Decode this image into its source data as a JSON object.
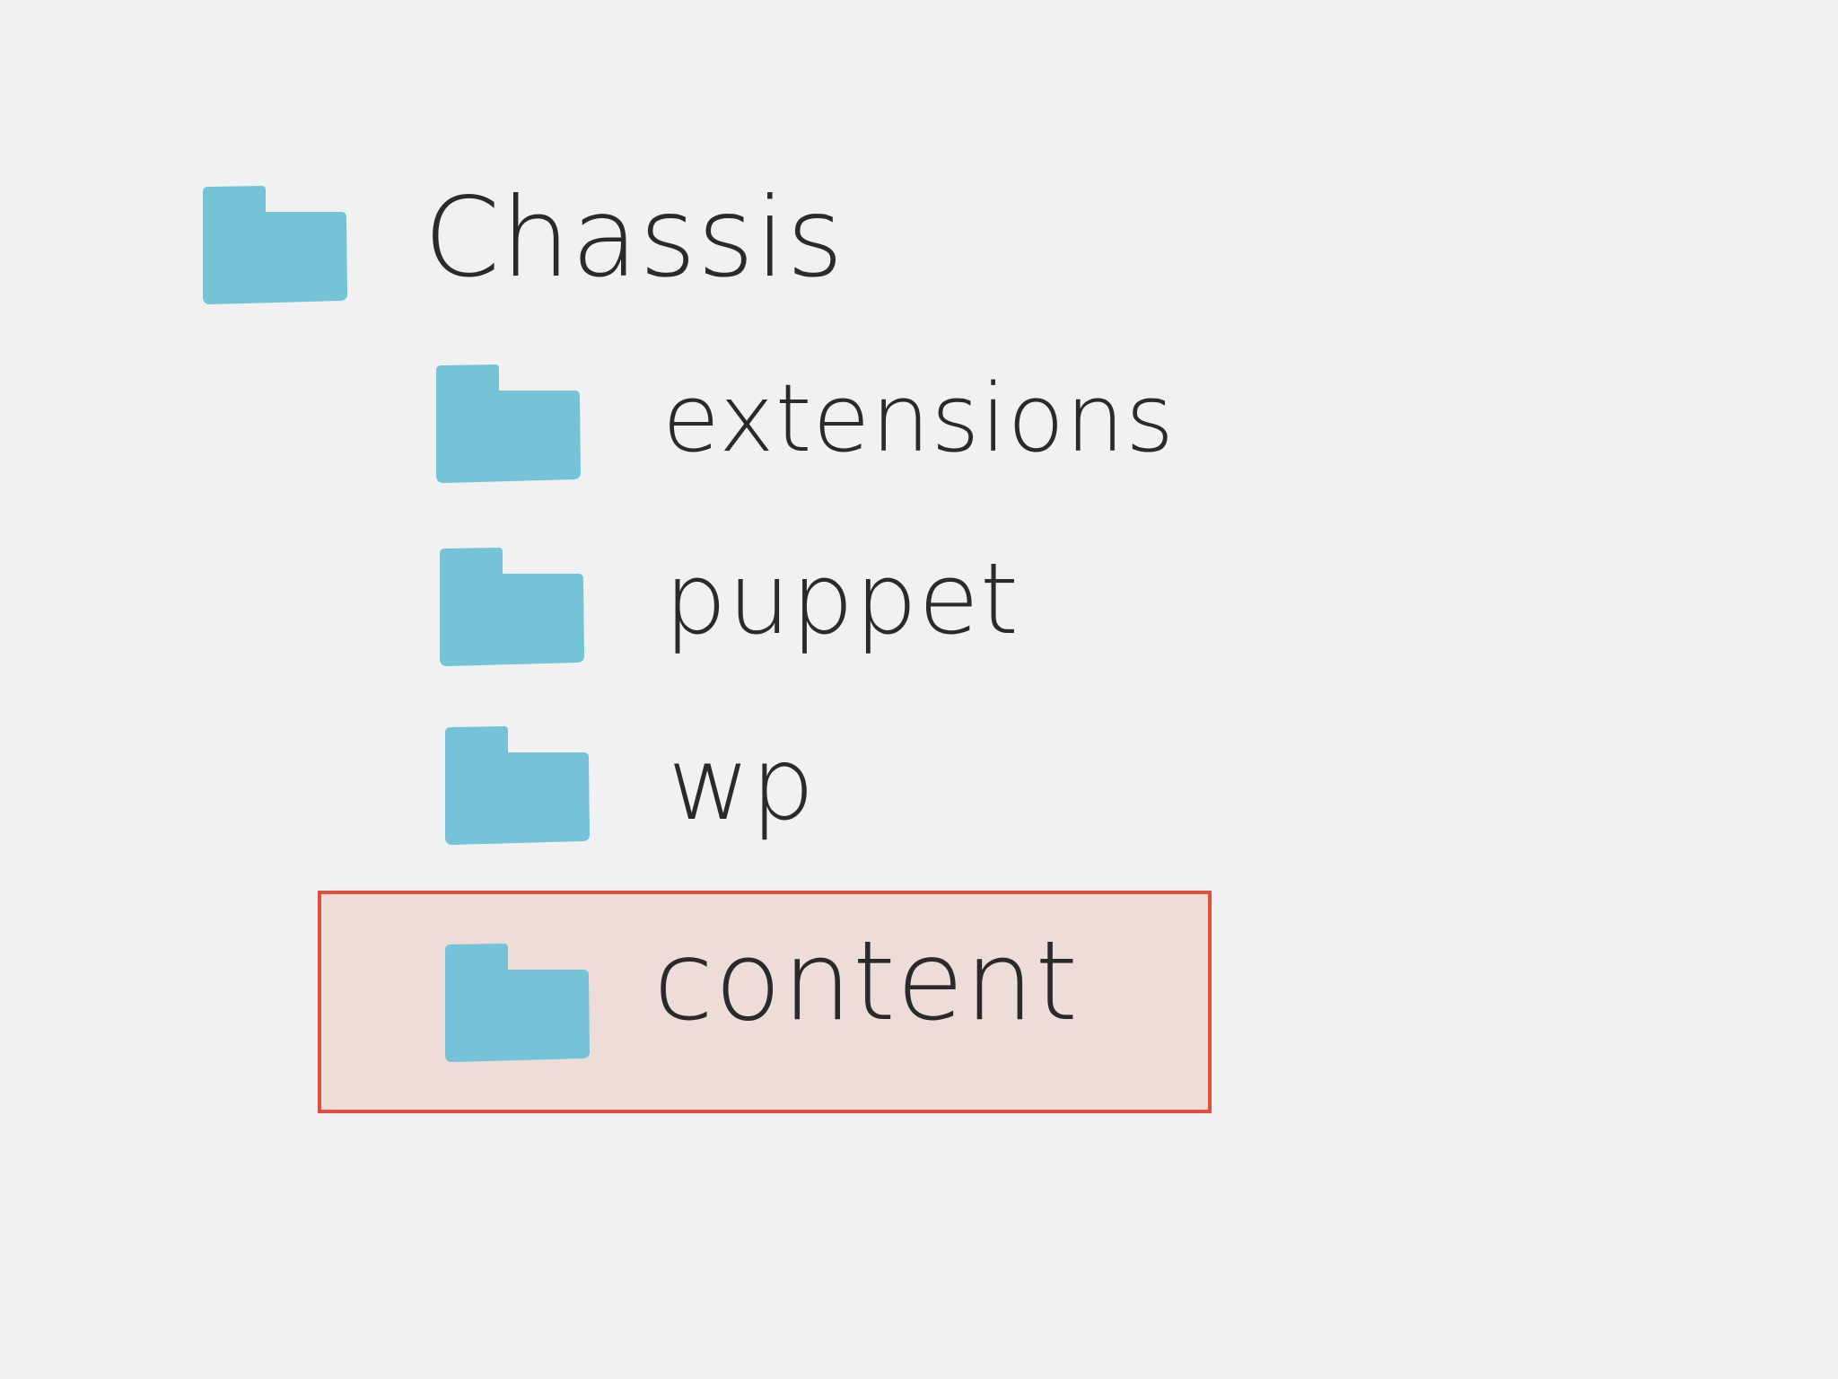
{
  "tree": {
    "root": {
      "label": "Chassis",
      "icon": "folder-icon"
    },
    "children": [
      {
        "label": "extensions",
        "icon": "folder-icon"
      },
      {
        "label": "puppet",
        "icon": "folder-icon"
      },
      {
        "label": "wp",
        "icon": "folder-icon"
      },
      {
        "label": "content",
        "icon": "folder-icon",
        "highlighted": true
      }
    ]
  },
  "colors": {
    "background": "#f1f1f1",
    "folder": "#74c3d6",
    "highlight_border": "#e0503f",
    "highlight_fill": "#eedcd8",
    "text": "#2a2a2a"
  }
}
